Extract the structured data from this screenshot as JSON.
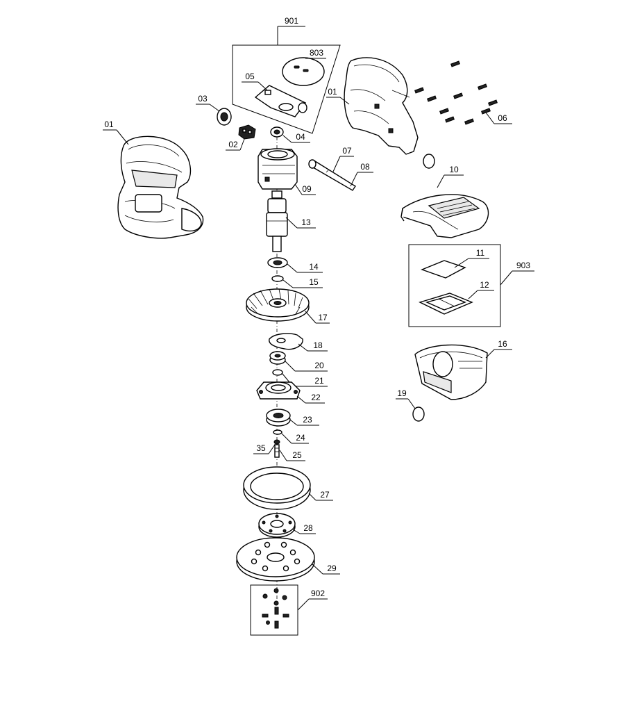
{
  "diagram": {
    "labels": {
      "l901": "901",
      "l803": "803",
      "l05": "05",
      "l03": "03",
      "l01a": "01",
      "l01b": "01",
      "l02": "02",
      "l04": "04",
      "l06": "06",
      "l07": "07",
      "l08": "08",
      "l09": "09",
      "l10": "10",
      "l13": "13",
      "l14": "14",
      "l15": "15",
      "l11": "11",
      "l903": "903",
      "l12": "12",
      "l17": "17",
      "l18": "18",
      "l16": "16",
      "l20": "20",
      "l21": "21",
      "l22": "22",
      "l19": "19",
      "l23": "23",
      "l24": "24",
      "l35": "35",
      "l25": "25",
      "l27": "27",
      "l28": "28",
      "l29": "29",
      "l902": "902"
    }
  }
}
